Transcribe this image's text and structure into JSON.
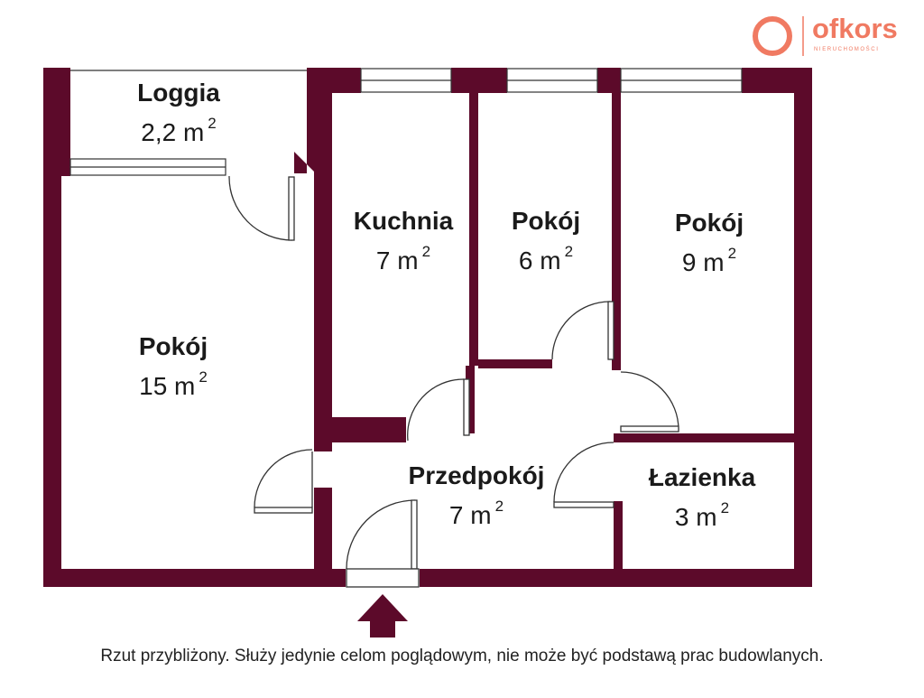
{
  "brand": {
    "name": "ofkors",
    "tagline": "NIERUCHOMOŚCI",
    "color": "#f07a62"
  },
  "plan": {
    "wall_color": "#5c0a2a",
    "rooms": [
      {
        "name": "Loggia",
        "area": "2,2 m",
        "unit_exp": "2"
      },
      {
        "name": "Kuchnia",
        "area": "7 m",
        "unit_exp": "2"
      },
      {
        "name": "Pokój",
        "area": "6 m",
        "unit_exp": "2"
      },
      {
        "name": "Pokój",
        "area": "9 m",
        "unit_exp": "2"
      },
      {
        "name": "Pokój",
        "area": "15 m",
        "unit_exp": "2"
      },
      {
        "name": "Przedpokój",
        "area": "7 m",
        "unit_exp": "2"
      },
      {
        "name": "Łazienka",
        "area": "3 m",
        "unit_exp": "2"
      }
    ],
    "entrance_icon": "entrance-arrow-icon"
  },
  "disclaimer": "Rzut przybliżony. Służy jedynie celom poglądowym, nie może być podstawą prac budowlanych."
}
